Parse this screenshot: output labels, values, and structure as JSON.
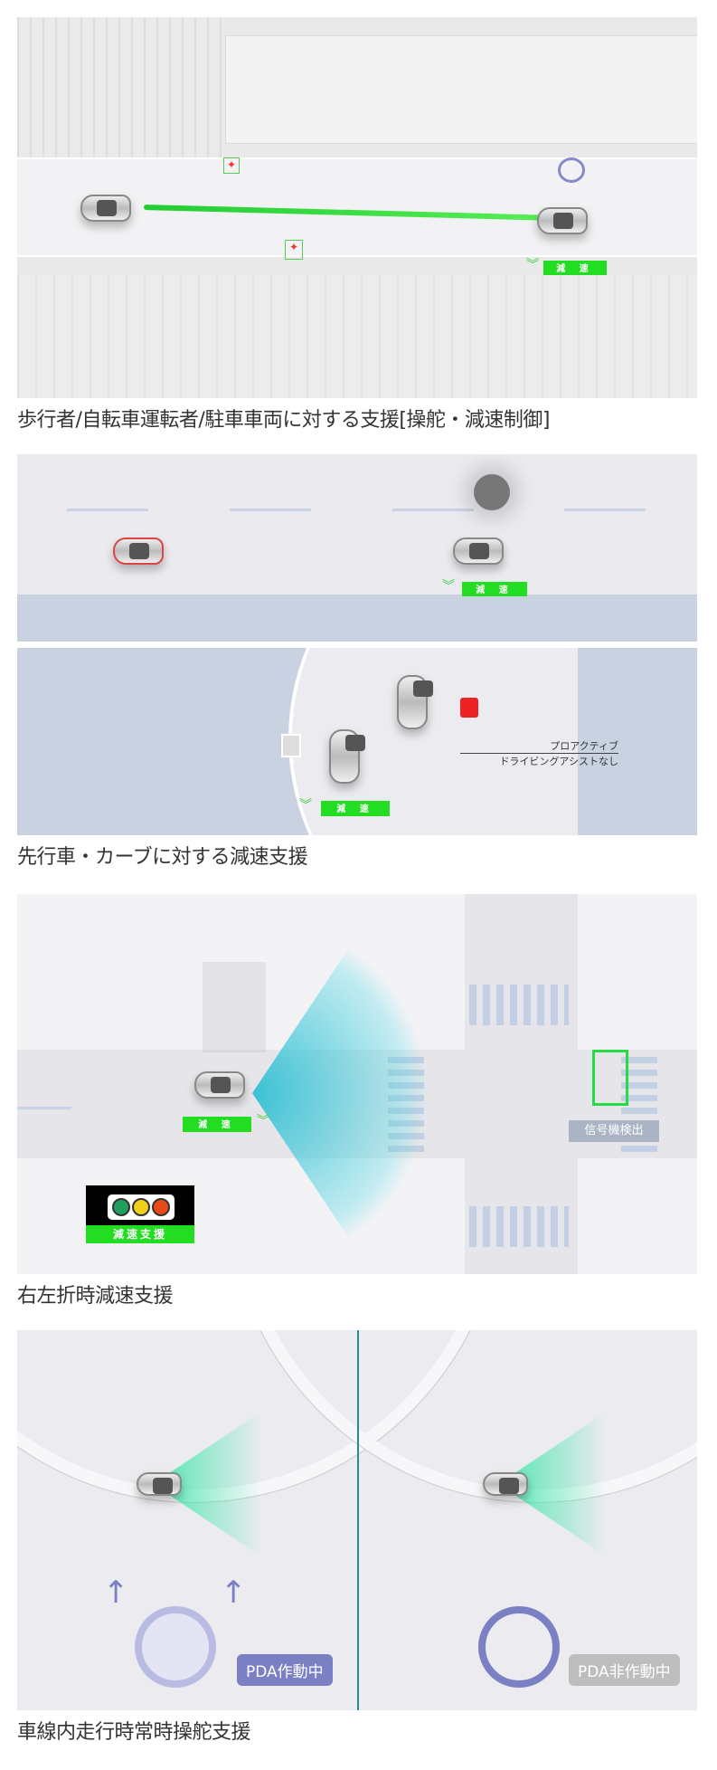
{
  "sections": [
    {
      "caption": "歩行者/自転車運転者/駐車車両に対する支援[操舵・減速制御]",
      "tag": "減 速"
    },
    {
      "caption": "先行車・カーブに対する減速支援",
      "tag_top": "減 速",
      "tag_bottom": "減 速",
      "note_line1": "プロアクティブ",
      "note_line2": "ドライビングアシストなし"
    },
    {
      "caption": "右左折時減速支援",
      "tag": "減 速",
      "signal_label": "信号機検出",
      "legend_label": "減速支援",
      "colors": {
        "green": "#1f9e5e",
        "yellow": "#f0d018",
        "red": "#e84a1a"
      }
    },
    {
      "caption": "車線内走行時常時操舵支援",
      "badge_on": "PDA作動中",
      "badge_off": "PDA非作動中",
      "colors": {
        "on": "#7b7fc4",
        "off": "#bdbdbd"
      }
    }
  ]
}
